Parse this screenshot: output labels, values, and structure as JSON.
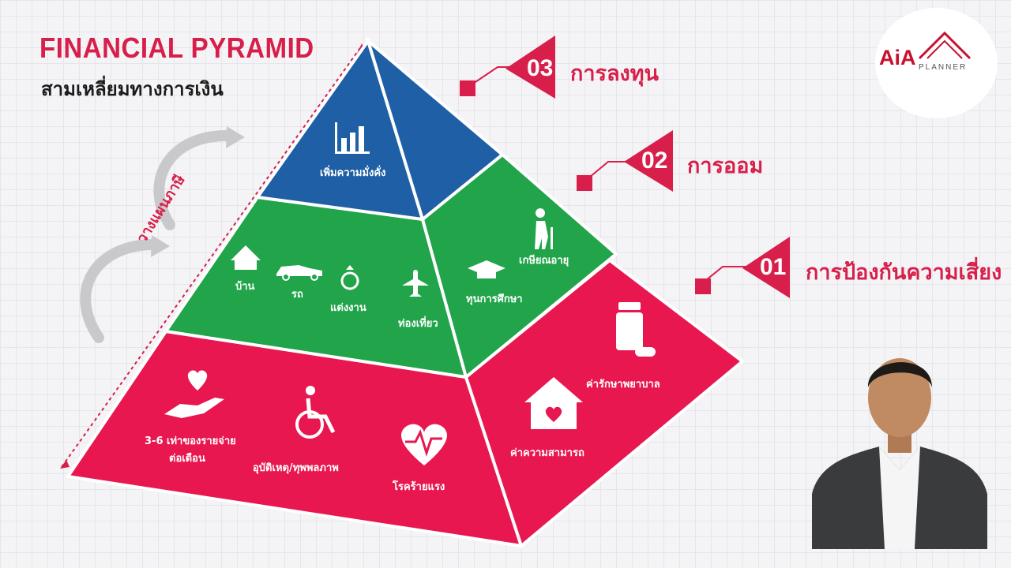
{
  "header": {
    "title": "FINANCIAL PYRAMID",
    "subtitle": "สามเหลี่ยมทางการเงิน"
  },
  "side_label": "วางแผนภาษี",
  "tiers": [
    {
      "number": "01",
      "label": "การป้องกันความเสี่ยง"
    },
    {
      "number": "02",
      "label": "การออม"
    },
    {
      "number": "03",
      "label": "การลงทุน"
    }
  ],
  "top_section": {
    "label": "เพิ่มความมั่งคั่ง"
  },
  "middle_left_items": [
    {
      "label": "บ้าน",
      "icon": "house-icon"
    },
    {
      "label": "รถ",
      "icon": "car-icon"
    },
    {
      "label": "แต่งงาน",
      "icon": "ring-icon"
    },
    {
      "label": "ท่องเที่ยว",
      "icon": "plane-icon"
    }
  ],
  "middle_right_items": [
    {
      "label": "เกษียณอายุ",
      "icon": "elderly-icon"
    },
    {
      "label": "ทุนการศึกษา",
      "icon": "graduation-cap-icon"
    }
  ],
  "bottom_left_items": [
    {
      "label": "3-6 เท่าของรายจ่าย",
      "label2": "ต่อเดือน",
      "icon": "heart-hand-icon"
    },
    {
      "label": "อุบัติเหตุ/ทุพพลภาพ",
      "icon": "wheelchair-icon"
    },
    {
      "label": "โรคร้ายแรง",
      "icon": "heartbeat-icon"
    }
  ],
  "bottom_right_items": [
    {
      "label": "ค่ารักษาพยาบาล",
      "icon": "medicine-icon"
    },
    {
      "label": "ค่าความสามารถ",
      "icon": "house-heart-icon"
    }
  ],
  "logo": {
    "brand": "AiA",
    "sub": "PLANNER"
  },
  "colors": {
    "red": "#e8174f",
    "green": "#21a44a",
    "blue": "#1f5fa6",
    "accent": "#d81e4a"
  }
}
